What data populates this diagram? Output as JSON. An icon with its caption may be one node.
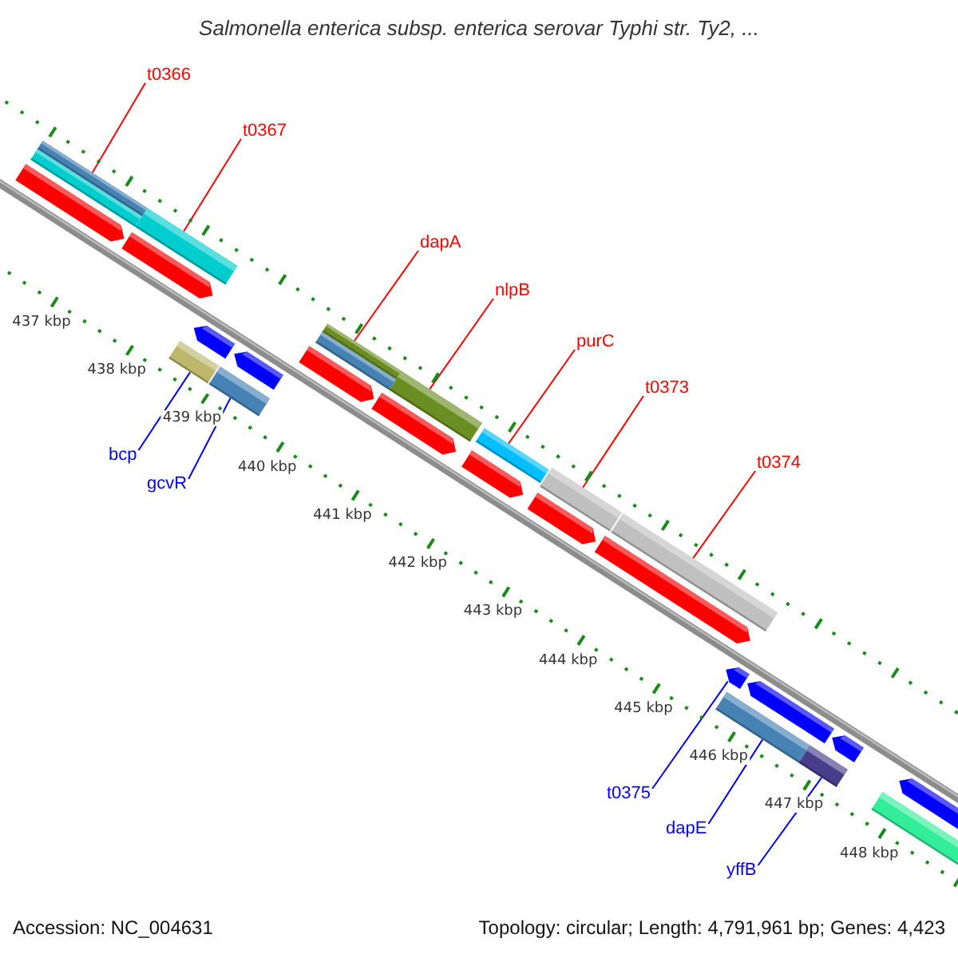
{
  "diagram": {
    "title": "Salmonella enterica subsp. enterica serovar Typhi str. Ty2, ...",
    "nodes": [
      {
        "text": [
          "t0366"
        ]
      },
      {
        "text": [
          "t0367"
        ]
      },
      {
        "text": [
          "dapA"
        ]
      },
      {
        "text": [
          "nlpB"
        ]
      },
      {
        "text": [
          "purC"
        ]
      },
      {
        "text": [
          "t0373"
        ]
      },
      {
        "text": [
          "t0374"
        ]
      },
      {
        "text": [
          "bcp"
        ]
      },
      {
        "text": [
          "gcvR"
        ]
      },
      {
        "text": [
          "t0375"
        ]
      },
      {
        "text": [
          "dapE"
        ]
      },
      {
        "text": [
          "yffB"
        ]
      },
      {
        "text": [],
        "shape": "bar"
      },
      {
        "text": [],
        "shape": "bar"
      },
      {
        "text": [],
        "shape": "bar"
      },
      {
        "text": [],
        "shape": "bar"
      },
      {
        "text": [],
        "shape": "bar"
      },
      {
        "text": [],
        "shape": "bar"
      },
      {
        "text": [],
        "shape": "bar"
      },
      {
        "text": [],
        "shape": "bar"
      },
      {
        "text": [],
        "shape": "bar"
      },
      {
        "text": [],
        "shape": "bar"
      },
      {
        "text": [],
        "shape": "bar"
      },
      {
        "text": [],
        "shape": "arrow"
      }
    ],
    "edges": [
      {
        "from": 0,
        "to": 12,
        "arrow": "none"
      },
      {
        "from": 1,
        "to": 13,
        "arrow": "none"
      },
      {
        "from": 2,
        "to": 14,
        "arrow": "none"
      },
      {
        "from": 3,
        "to": 15,
        "arrow": "none"
      },
      {
        "from": 4,
        "to": 16,
        "arrow": "none"
      },
      {
        "from": 5,
        "to": 17,
        "arrow": "none"
      },
      {
        "from": 6,
        "to": 18,
        "arrow": "none"
      },
      {
        "from": 7,
        "to": 19,
        "arrow": "none",
        "color": "#0000ff"
      },
      {
        "from": 8,
        "to": 20,
        "arrow": "none",
        "color": "#0000ff"
      },
      {
        "from": 9,
        "to": 23,
        "arrow": "none",
        "color": "#0000ff"
      },
      {
        "from": 10,
        "to": 21,
        "arrow": "none",
        "color": "#0000ff"
      },
      {
        "from": 11,
        "to": 22,
        "arrow": "none",
        "color": "#0000ff"
      }
    ],
    "labels": [
      "437 kbp",
      "438 kbp",
      "439 kbp",
      "440 kbp",
      "441 kbp",
      "442 kbp",
      "443 kbp",
      "444 kbp",
      "445 kbp",
      "446 kbp",
      "447 kbp",
      "448 kbp",
      "Accession: NC_004631",
      "Topology: circular; Length: 4,791,961 bp; Genes: 4,423"
    ]
  }
}
